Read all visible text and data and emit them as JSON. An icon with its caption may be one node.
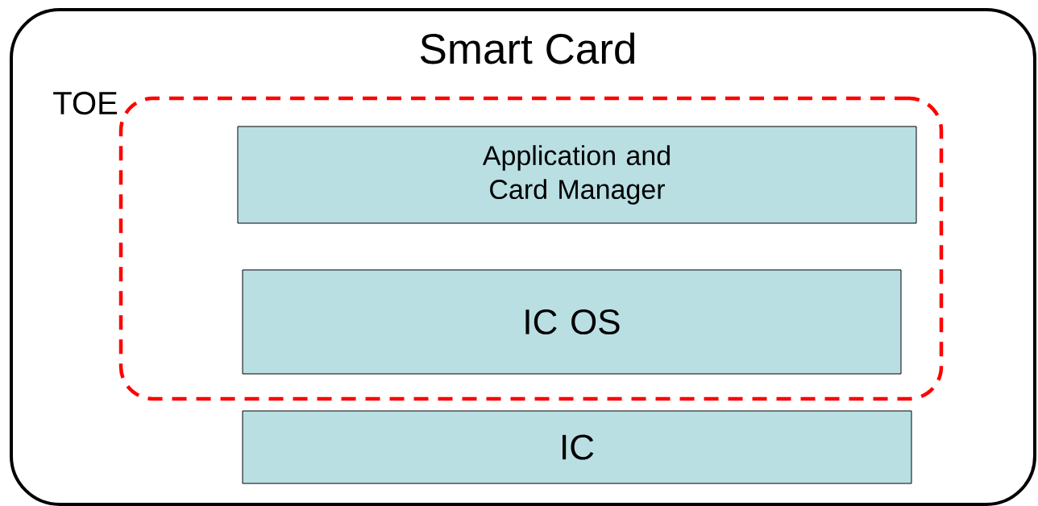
{
  "diagram": {
    "nodes": [
      {
        "text": [
          "Smart Card"
        ]
      },
      {
        "text": [
          "TOE"
        ],
        "in": 0
      },
      {
        "text": [
          "Application and Card Manager"
        ],
        "in": 1
      },
      {
        "text": [
          "IC OS"
        ],
        "in": 1
      },
      {
        "text": [
          "IC"
        ],
        "in": 0
      }
    ]
  }
}
